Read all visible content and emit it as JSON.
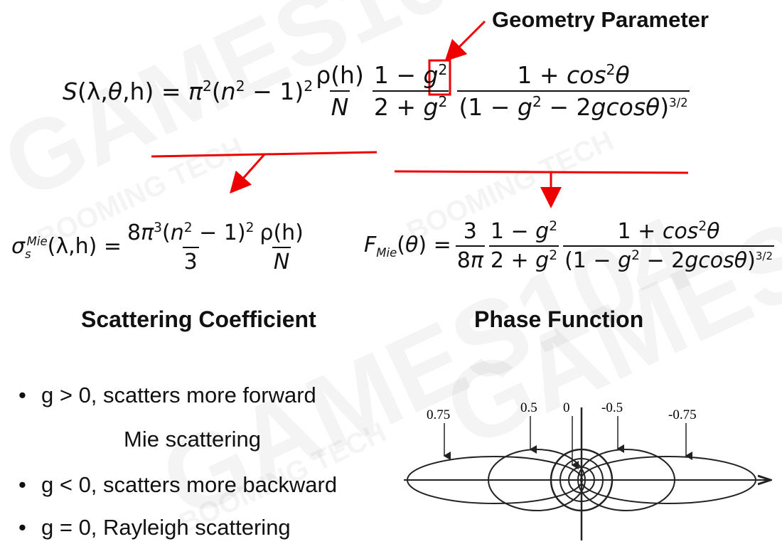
{
  "annotation": {
    "geometry_parameter": "Geometry Parameter"
  },
  "main_equation": {
    "lhs": "S(λ,θ,h) = ",
    "pi_n": "π",
    "rho_h": "ρ(h)",
    "N": "N",
    "one_minus_g2": "1 − g²",
    "two_plus_g2": "2 + g²",
    "one_plus_cos2": "1 + cos²θ",
    "denominator": "(1 − g² − 2gcosθ)"
  },
  "scattering_coefficient": {
    "lhs": "σ(λ,h) = ",
    "num": "8π³(n² − 1)²",
    "den": "3",
    "label": "Scattering Coefficient"
  },
  "phase_function": {
    "lhs": "F(θ) = ",
    "label": "Phase Function"
  },
  "bullets": [
    {
      "text": "g > 0,  scatters more forward"
    },
    {
      "text": "Mie  scattering"
    },
    {
      "text": "g < 0,  scatters more backward"
    },
    {
      "text": "g = 0,  Rayleigh scattering"
    }
  ],
  "polar_diagram": {
    "labels": [
      "0.75",
      "0.5",
      "0",
      "-0.5",
      "-0.75"
    ]
  },
  "watermark": [
    "GAMES104",
    "BOOMING TECH"
  ]
}
